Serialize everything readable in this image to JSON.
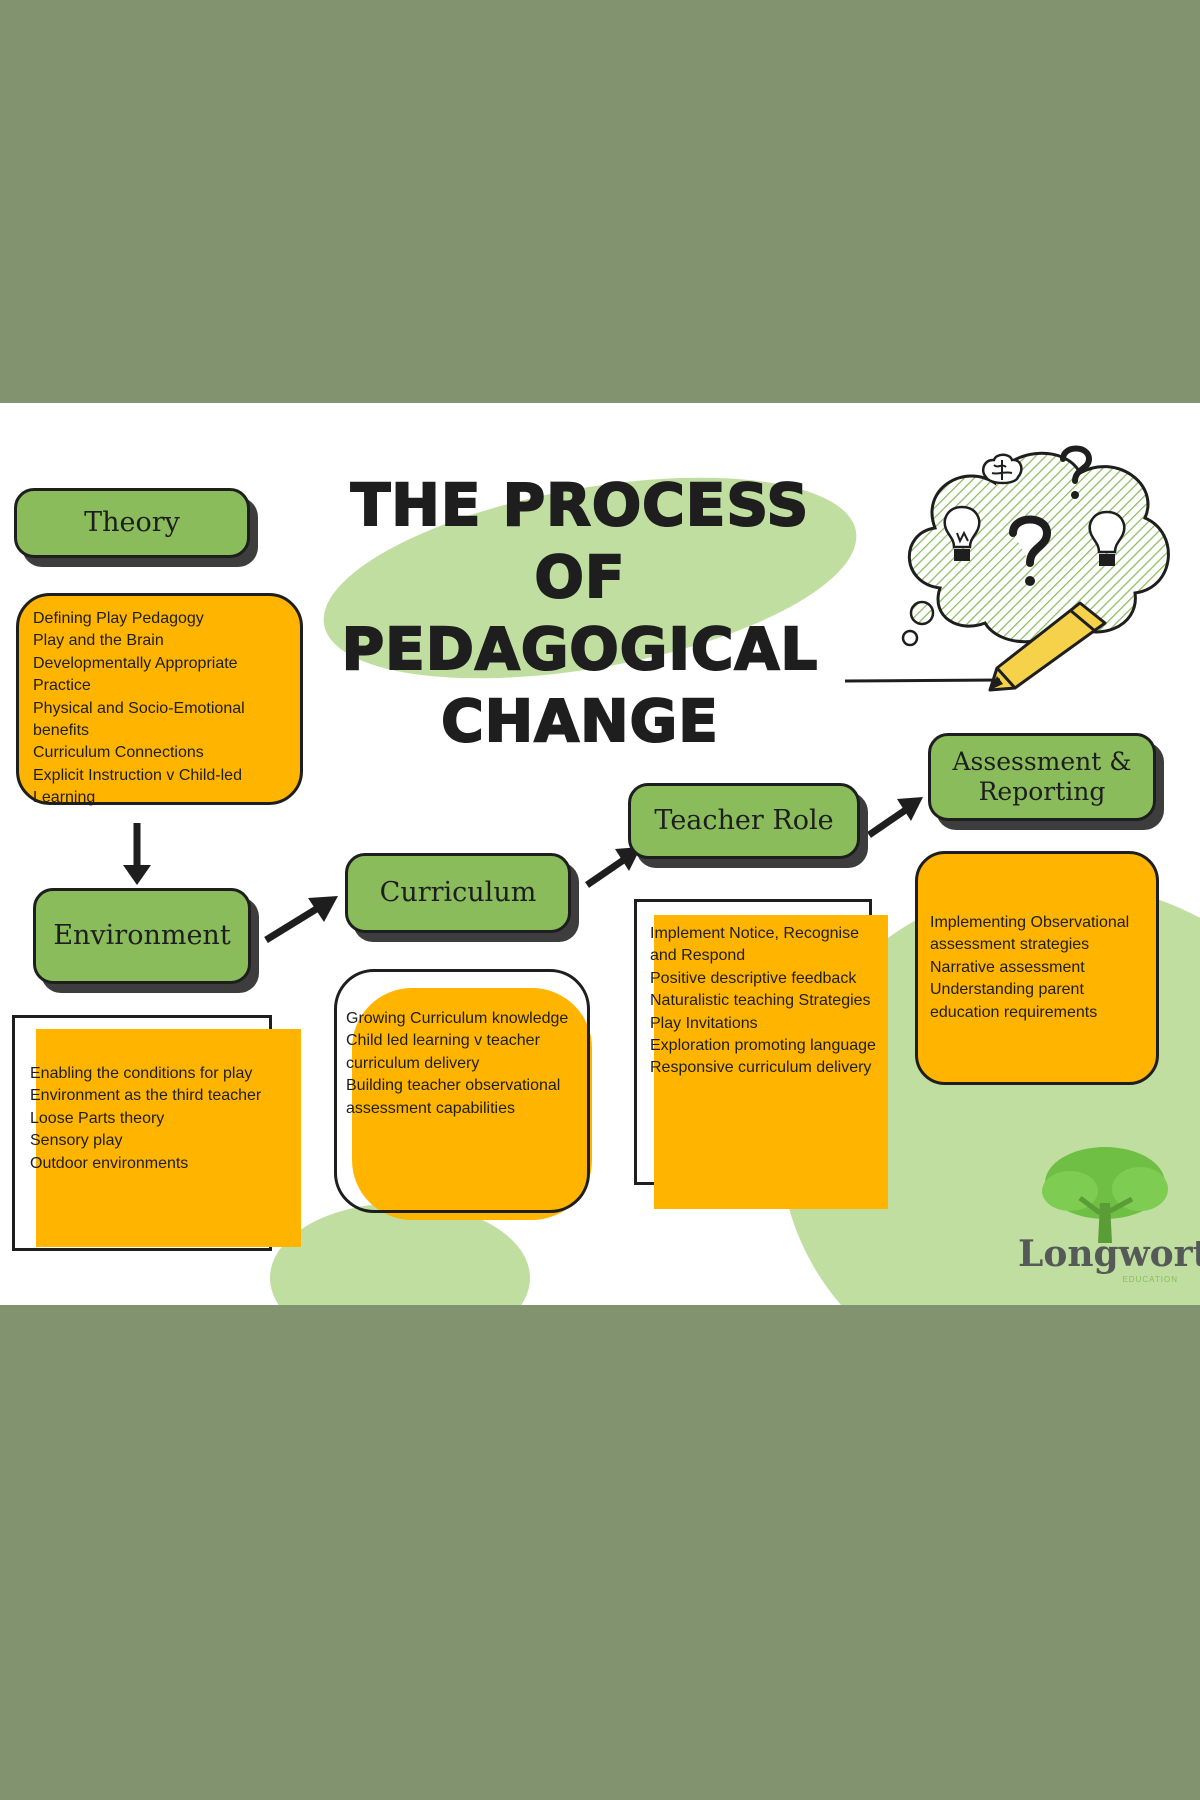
{
  "title": {
    "line1": "THE PROCESS",
    "line2": "OF",
    "line3": "PEDAGOGICAL",
    "line4": "CHANGE"
  },
  "stages": {
    "theory": {
      "label": "Theory",
      "items": [
        "Defining Play Pedagogy",
        "Play and the Brain",
        "Developmentally Appropriate Practice",
        "Physical and Socio-Emotional benefits",
        "Curriculum Connections",
        "Explicit Instruction v Child-led Learning"
      ]
    },
    "environment": {
      "label": "Environment",
      "items": [
        "Enabling the conditions for play",
        "Environment as the third teacher",
        "Loose Parts theory",
        "Sensory play",
        "Outdoor environments"
      ]
    },
    "curriculum": {
      "label": "Curriculum",
      "items": [
        "Growing Curriculum knowledge",
        "Child led learning v teacher curriculum delivery",
        "Building teacher observational assessment capabilities"
      ]
    },
    "teacher_role": {
      "label": "Teacher Role",
      "items": [
        "Implement Notice, Recognise and Respond",
        "Positive descriptive feedback",
        "Naturalistic teaching Strategies",
        "Play Invitations",
        "Exploration promoting language",
        "Responsive curriculum delivery"
      ]
    },
    "assessment": {
      "label_line1": "Assessment &",
      "label_line2": "Reporting",
      "items": [
        "Implementing Observational assessment strategies",
        "Narrative assessment",
        "Understanding parent education requirements"
      ]
    }
  },
  "logo": {
    "name": "Longworth",
    "sub": "EDUCATION"
  },
  "colors": {
    "page_background": "#81936f",
    "pill_green": "#8abc5c",
    "card_orange": "#ffb400",
    "blob_green": "#c0dea0",
    "ink": "#1e1e1e"
  },
  "icons": [
    "brain-icon",
    "question-mark-icon",
    "lightbulb-icon",
    "pencil-icon",
    "thought-cloud-icon",
    "tree-icon"
  ]
}
